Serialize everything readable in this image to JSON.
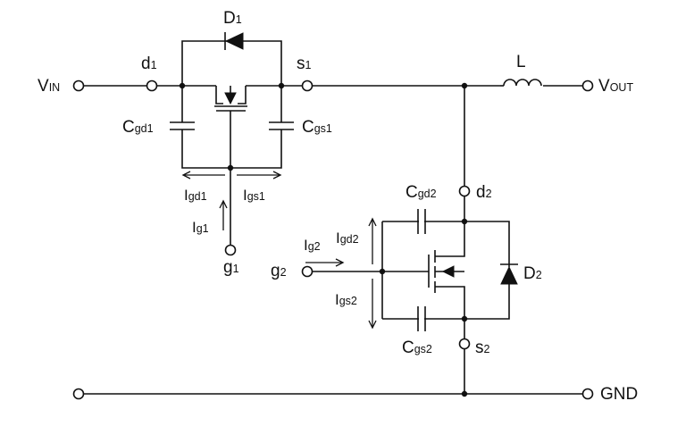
{
  "labels": {
    "vin": "V",
    "vin_sub": "IN",
    "vout": "V",
    "vout_sub": "OUT",
    "gnd": "GND",
    "d1": "d",
    "d1_sub": "1",
    "s1": "s",
    "s1_sub": "1",
    "g1": "g",
    "g1_sub": "1",
    "d2": "d",
    "d2_sub": "2",
    "s2": "s",
    "s2_sub": "2",
    "g2": "g",
    "g2_sub": "2",
    "D1": "D",
    "D1_sub": "1",
    "D2": "D",
    "D2_sub": "2",
    "L": "L",
    "cgd1": "C",
    "cgd1_sub": "gd1",
    "cgs1": "C",
    "cgs1_sub": "gs1",
    "cgd2": "C",
    "cgd2_sub": "gd2",
    "cgs2": "C",
    "cgs2_sub": "gs2",
    "igd1": "I",
    "igd1_sub": "gd1",
    "igs1": "I",
    "igs1_sub": "gs1",
    "ig1": "I",
    "ig1_sub": "g1",
    "ig2": "I",
    "ig2_sub": "g2",
    "igd2": "I",
    "igd2_sub": "gd2",
    "igs2": "I",
    "igs2_sub": "gs2"
  }
}
